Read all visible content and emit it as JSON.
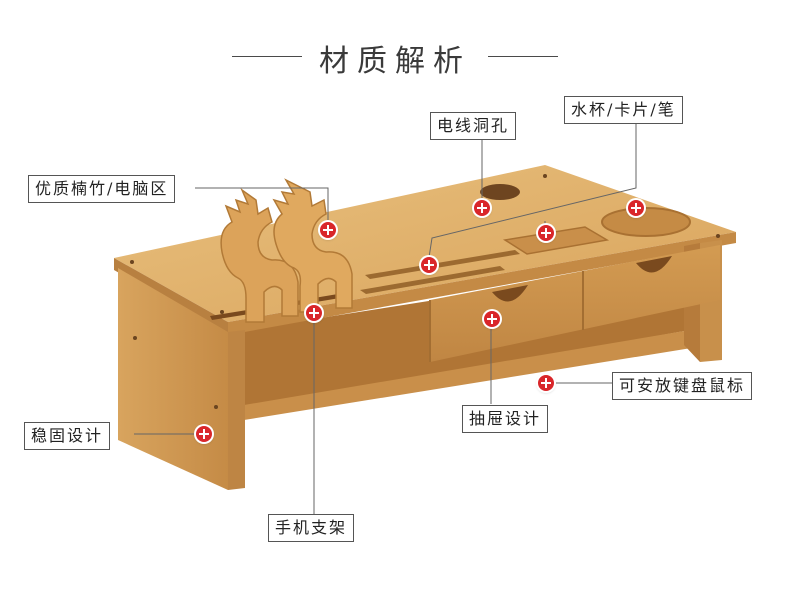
{
  "title": "材质解析",
  "labels": {
    "bamboo_area": "优质楠竹/电脑区",
    "cable_hole": "电线洞孔",
    "cup_card_pen": "水杯/卡片/笔",
    "keyboard_mouse": "可安放键盘鼠标",
    "drawer_design": "抽屉设计",
    "stable_design": "稳固设计",
    "phone_stand": "手机支架"
  },
  "colors": {
    "marker": "#d9262a",
    "wood_light": "#e3b46f",
    "wood_mid": "#cf9a52",
    "wood_dark": "#b57d38"
  }
}
